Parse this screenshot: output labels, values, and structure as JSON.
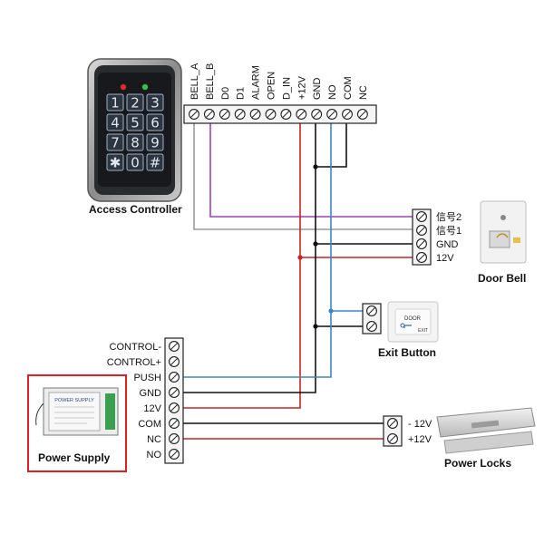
{
  "controller": {
    "caption": "Access Controller",
    "keys": [
      "1",
      "2",
      "3",
      "4",
      "5",
      "6",
      "7",
      "8",
      "9",
      "✱",
      "0",
      "#"
    ],
    "terminals": [
      "BELL_A",
      "BELL_B",
      "D0",
      "D1",
      "ALARM",
      "OPEN",
      "D_IN",
      "+12V",
      "GND",
      "NO",
      "COM",
      "NC"
    ]
  },
  "door_bell": {
    "caption": "Door Bell",
    "terminals": [
      "信号2",
      "信号1",
      "GND",
      "12V"
    ]
  },
  "exit_button": {
    "caption": "Exit Button",
    "face_top": "DOOR",
    "face_bottom": "EXIT"
  },
  "power_supply": {
    "caption": "Power Supply",
    "device_label": "POWER SUPPLY",
    "terminals": [
      "CONTROL-",
      "CONTROL+",
      "PUSH",
      "GND",
      "12V",
      "COM",
      "NC",
      "NO"
    ]
  },
  "power_locks": {
    "caption": "Power Locks",
    "terminals": [
      "- 12V",
      "+12V"
    ]
  },
  "colors": {
    "gnd_wire": "#111111",
    "v12_wire": "#cc2222",
    "no_wire": "#3a86c8",
    "bell_wire": "#a040c0",
    "gray_wire": "#9a9a9a",
    "highlight": "#e02020"
  }
}
